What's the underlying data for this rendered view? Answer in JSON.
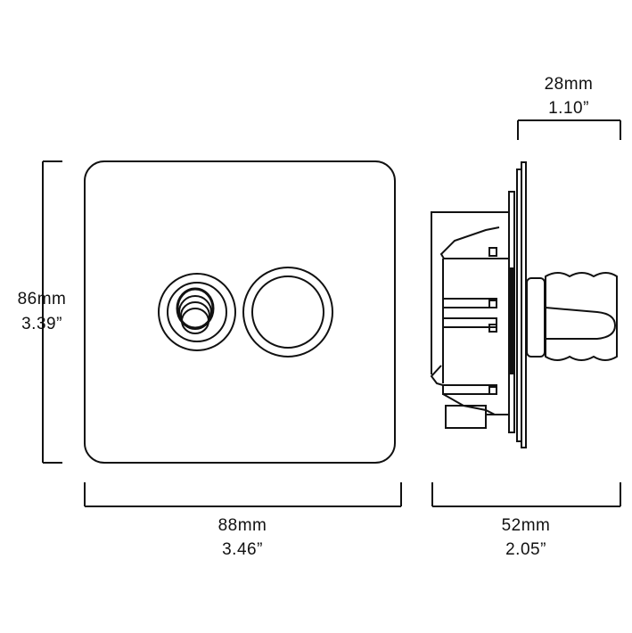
{
  "dimensions": {
    "height": {
      "mm": "86mm",
      "inch": "3.39”"
    },
    "width": {
      "mm": "88mm",
      "inch": "3.46”"
    },
    "depth": {
      "mm": "52mm",
      "inch": "2.05”"
    },
    "protrusion": {
      "mm": "28mm",
      "inch": "1.10”"
    }
  },
  "colors": {
    "stroke": "#111111",
    "background": "#ffffff"
  }
}
